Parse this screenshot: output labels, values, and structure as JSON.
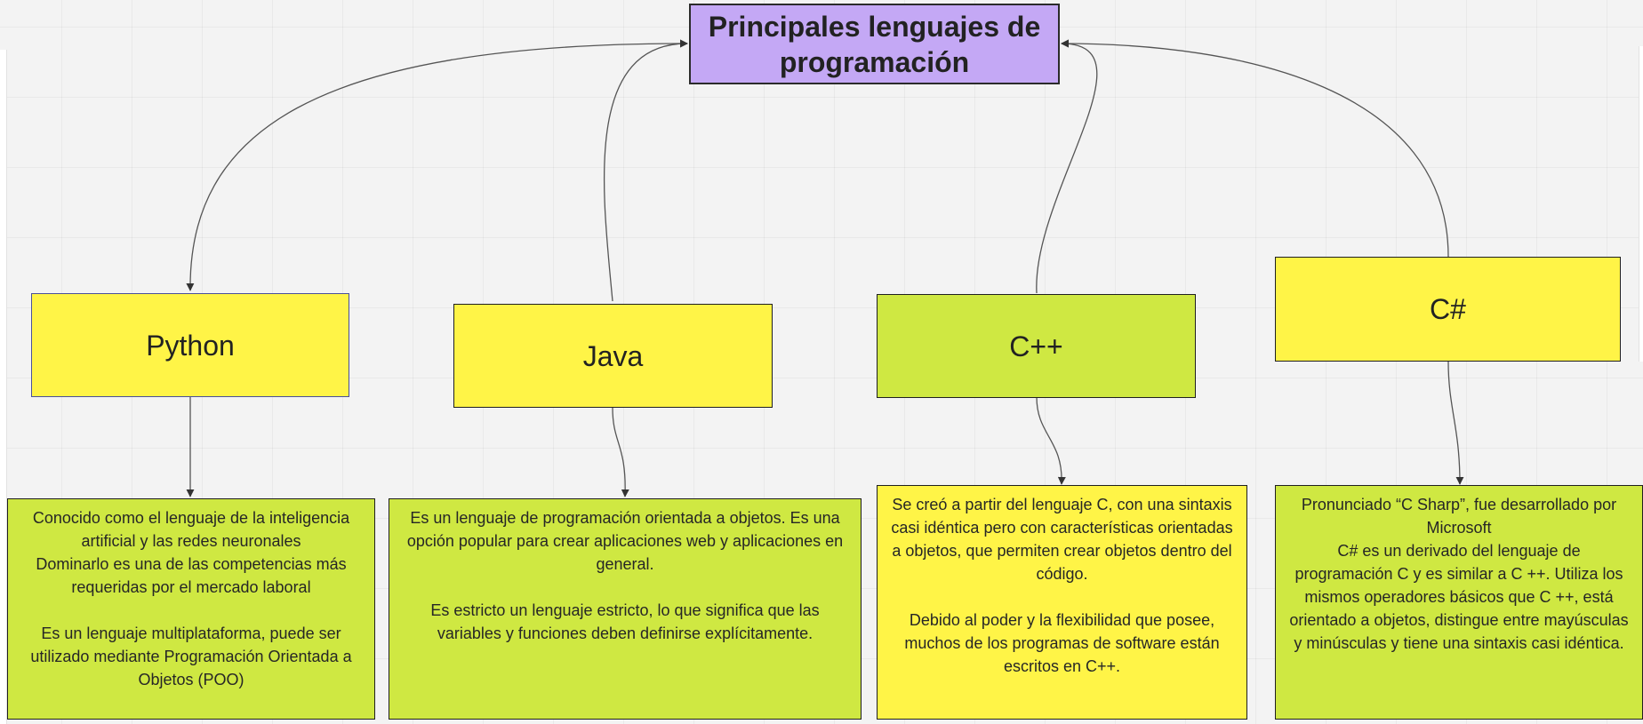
{
  "diagram": {
    "title": "Principales lenguajes de programación",
    "languages": [
      {
        "name": "Python",
        "description": "Conocido como el lenguaje de la inteligencia artificial y las redes neuronales\nDominarlo es una de las competencias más requeridas por el mercado laboral\n\nEs un lenguaje multiplataforma, puede ser utilizado mediante Programación Orientada a Objetos (POO)"
      },
      {
        "name": "Java",
        "description": "Es un lenguaje de programación orientada a objetos. Es una opción popular para crear aplicaciones web y aplicaciones en general.\n\nEs estricto un lenguaje estricto, lo que significa que las variables y funciones deben definirse explícitamente."
      },
      {
        "name": "C++",
        "description": "Se creó a partir del lenguaje C, con una sintaxis casi idéntica pero con características orientadas a objetos, que permiten crear objetos dentro del código.\n\nDebido al poder y la flexibilidad que posee, muchos de los programas de software están escritos en C++."
      },
      {
        "name": "C#",
        "description": "Pronunciado “C Sharp”, fue desarrollado por Microsoft\nC# es un derivado del lenguaje de programación C y es similar a C ++. Utiliza los mismos operadores básicos que C ++, está orientado a objetos, distingue entre mayúsculas y minúsculas y tiene una sintaxis casi idéntica."
      }
    ]
  },
  "colors": {
    "title_fill": "#c4a8f5",
    "yellow_fill": "#fff447",
    "green_fill": "#cfe842",
    "connector": "#333333"
  }
}
